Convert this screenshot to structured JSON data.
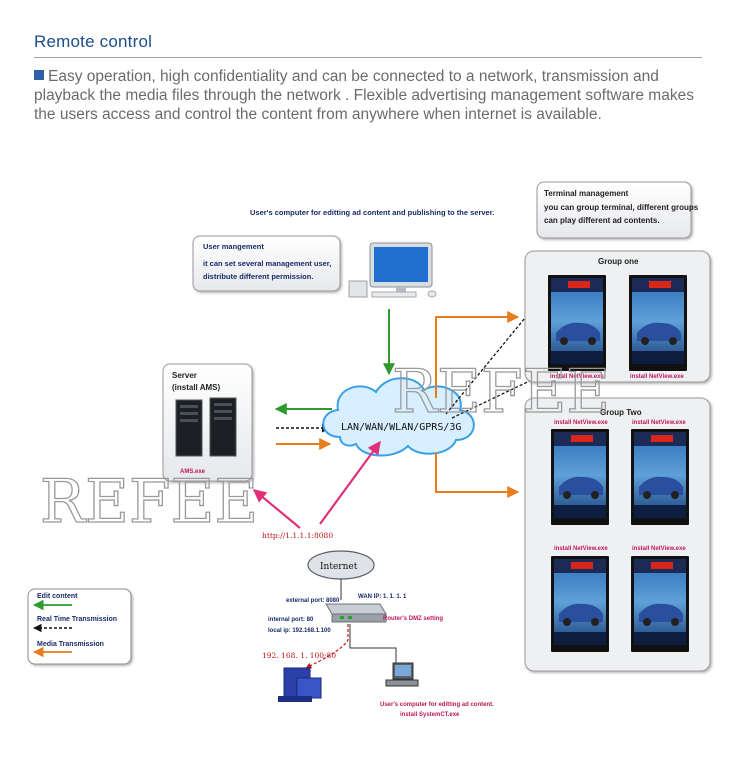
{
  "header": {
    "title": "Remote control",
    "intro": "Easy operation, high confidentiality and can be connected to a network, transmission and playback the media files through the network .  Flexible advertising management software makes the users access and control the content from anywhere when internet is available."
  },
  "diagram": {
    "top_caption": "User's computer for editting ad content and publishing to the server.",
    "user_management": {
      "title": "User mangement",
      "lines": [
        "it can set several management user,",
        "distribute different permission."
      ]
    },
    "terminal_management": {
      "title": "Terminal management",
      "lines": [
        "you can group terminal, different groups",
        "can play different ad contents."
      ]
    },
    "server": {
      "title": "Server",
      "subtitle": "(install AMS)",
      "exe": "AMS.exe"
    },
    "cloud_label": "LAN/WAN/WLAN/GPRS/3G",
    "group_one": {
      "title": "Group one",
      "screens": [
        "install NetView.exe",
        "install NetView.exe"
      ]
    },
    "group_two": {
      "title": "Group Two",
      "screens": [
        "install NetView.exe",
        "install NetView.exe",
        "install NetView.exe",
        "install NetView.exe"
      ]
    },
    "internet_label": "Internet",
    "url_label": "http://1.1.1.1:8080",
    "router": {
      "external_port": "external  port: 8080",
      "wan_ip": "WAN IP: 1. 1. 1. 1",
      "dmz": "Router's DMZ setting",
      "internal_port": "internal port: 80",
      "local_ip": "local ip: 192.168.1.100"
    },
    "local_address": "192. 168. 1. 100:80",
    "local_computer": {
      "line1": "User's computer for editting ad content.",
      "line2": "install SystemCT.exe"
    },
    "legend": [
      {
        "label": "Edit content",
        "color": "#2e9a2e"
      },
      {
        "label": "Real Time Transmission",
        "color": "#111111"
      },
      {
        "label": "Media Transmission",
        "color": "#e87d1e"
      }
    ],
    "watermark": "REFEE",
    "colors": {
      "edit": "#2e9a2e",
      "realtime": "#111111",
      "media": "#e87d1e",
      "pink": "#e0307a",
      "cloud_fill": "#d8efff",
      "cloud_stroke": "#3aa0e8"
    }
  }
}
